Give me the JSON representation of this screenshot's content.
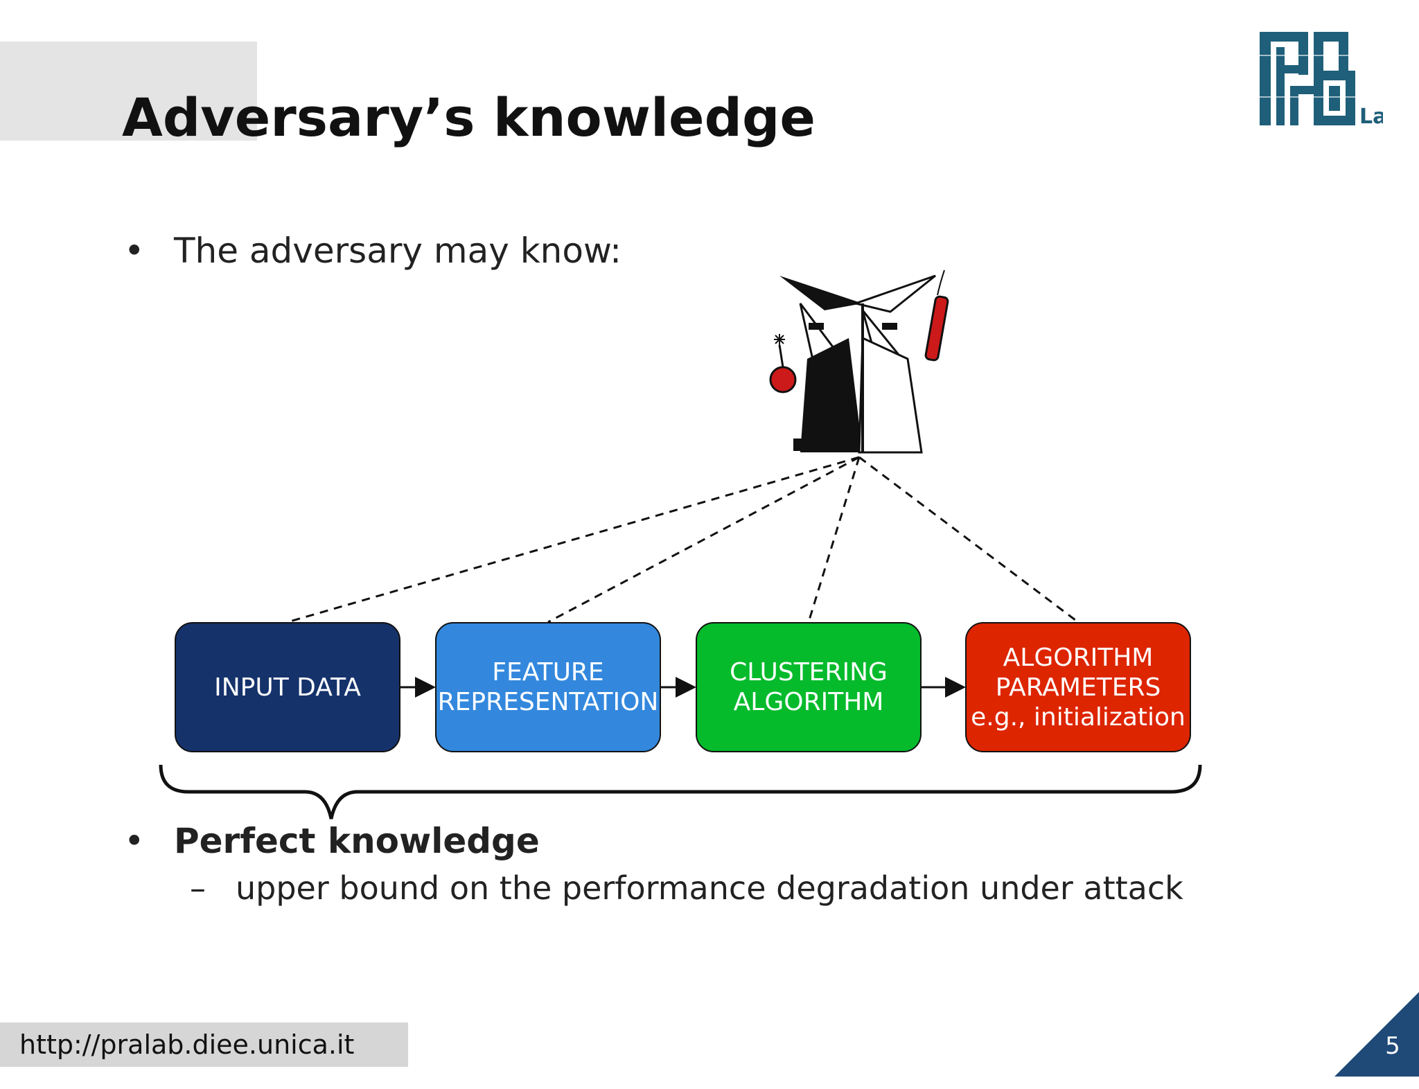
{
  "slide": {
    "title": "Adversary’s knowledge",
    "logo_text": "Lab",
    "bullets": [
      {
        "marker": "•",
        "text": "The adversary may know:"
      },
      {
        "marker": "•",
        "text": "Perfect knowledge"
      }
    ],
    "sub_bullet": {
      "marker": "–",
      "text": "upper bound on the performance degradation under attack"
    },
    "footer_url": "http://pralab.diee.unica.it",
    "page_number": "5"
  },
  "diagram": {
    "boxes": [
      {
        "lines": [
          "INPUT DATA"
        ],
        "color": "#15326b"
      },
      {
        "lines": [
          "FEATURE",
          "REPRESENTATION"
        ],
        "color": "#3388dd"
      },
      {
        "lines": [
          "CLUSTERING",
          "ALGORITHM"
        ],
        "color": "#05bb2c"
      },
      {
        "lines": [
          "ALGORITHM",
          "PARAMETERS",
          "e.g., initialization"
        ],
        "color": "#dd2500"
      }
    ]
  },
  "colors": {
    "title_bar": "#e4e4e4",
    "logo_blue": "#1f5f7a",
    "footer_bar": "#d6d6d6",
    "page_corner": "#1f4a78"
  }
}
